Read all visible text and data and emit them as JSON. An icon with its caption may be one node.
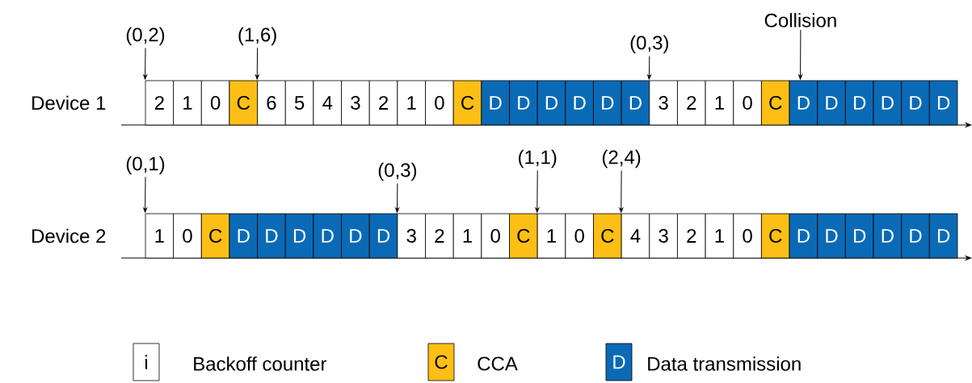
{
  "diagram": {
    "nodes": [
      {
        "text": [
          "(0,2)"
        ]
      },
      {
        "text": [
          "(1,6)"
        ]
      },
      {
        "text": [
          "(0,3)"
        ]
      },
      {
        "text": [
          "Collision"
        ]
      },
      {
        "text": [
          "2"
        ]
      },
      {
        "text": [
          "1"
        ]
      },
      {
        "text": [
          "0"
        ]
      },
      {
        "text": [
          "C"
        ]
      },
      {
        "text": [
          "6"
        ]
      },
      {
        "text": [
          "5"
        ]
      },
      {
        "text": [
          "4"
        ]
      },
      {
        "text": [
          "3"
        ]
      },
      {
        "text": [
          "2"
        ]
      },
      {
        "text": [
          "1"
        ]
      },
      {
        "text": [
          "0"
        ]
      },
      {
        "text": [
          "C"
        ]
      },
      {
        "text": [
          "D"
        ]
      },
      {
        "text": [
          "D"
        ]
      },
      {
        "text": [
          "D"
        ]
      },
      {
        "text": [
          "D"
        ]
      },
      {
        "text": [
          "D"
        ]
      },
      {
        "text": [
          "D"
        ]
      },
      {
        "text": [
          "3"
        ]
      },
      {
        "text": [
          "2"
        ]
      },
      {
        "text": [
          "1"
        ]
      },
      {
        "text": [
          "0"
        ]
      },
      {
        "text": [
          "C"
        ]
      },
      {
        "text": [
          "D"
        ]
      },
      {
        "text": [
          "D"
        ]
      },
      {
        "text": [
          "D"
        ]
      },
      {
        "text": [
          "D"
        ]
      },
      {
        "text": [
          "D"
        ]
      },
      {
        "text": [
          "D"
        ]
      },
      {
        "text": [
          "(0,1)"
        ]
      },
      {
        "text": [
          "(0,3)"
        ]
      },
      {
        "text": [
          "(1,1)"
        ]
      },
      {
        "text": [
          "(2,4)"
        ]
      },
      {
        "text": [
          "1"
        ]
      },
      {
        "text": [
          "0"
        ]
      },
      {
        "text": [
          "C"
        ]
      },
      {
        "text": [
          "D"
        ]
      },
      {
        "text": [
          "D"
        ]
      },
      {
        "text": [
          "D"
        ]
      },
      {
        "text": [
          "D"
        ]
      },
      {
        "text": [
          "D"
        ]
      },
      {
        "text": [
          "D"
        ]
      },
      {
        "text": [
          "3"
        ]
      },
      {
        "text": [
          "2"
        ]
      },
      {
        "text": [
          "1"
        ]
      },
      {
        "text": [
          "0"
        ]
      },
      {
        "text": [
          "C"
        ]
      },
      {
        "text": [
          "1"
        ]
      },
      {
        "text": [
          "0"
        ]
      },
      {
        "text": [
          "C"
        ]
      },
      {
        "text": [
          "4"
        ]
      },
      {
        "text": [
          "3"
        ]
      },
      {
        "text": [
          "2"
        ]
      },
      {
        "text": [
          "1"
        ]
      },
      {
        "text": [
          "0"
        ]
      },
      {
        "text": [
          "C"
        ]
      },
      {
        "text": [
          "D"
        ]
      },
      {
        "text": [
          "D"
        ]
      },
      {
        "text": [
          "D"
        ]
      },
      {
        "text": [
          "D"
        ]
      },
      {
        "text": [
          "D"
        ]
      },
      {
        "text": [
          "D"
        ]
      }
    ],
    "edges": [
      {
        "from": 0,
        "to": 4,
        "arrow": "to"
      },
      {
        "from": 1,
        "to": 8,
        "arrow": "to"
      },
      {
        "from": 2,
        "to": 21,
        "arrow": "to"
      },
      {
        "from": 3,
        "to": 27,
        "arrow": "to"
      },
      {
        "from": 33,
        "to": 37,
        "arrow": "to"
      },
      {
        "from": 34,
        "to": 46,
        "arrow": "to"
      },
      {
        "from": 35,
        "to": 51,
        "arrow": "to"
      },
      {
        "from": 36,
        "to": 53,
        "arrow": "to"
      }
    ],
    "labels": [
      "Device 1",
      "Device 2",
      "i",
      "C",
      "D"
    ],
    "legend": [
      {
        "text": "Backoff counter"
      },
      {
        "text": "CCA",
        "color": "#fdbf15"
      },
      {
        "text": "Data transmission",
        "color": "#0a6ab6"
      }
    ]
  }
}
